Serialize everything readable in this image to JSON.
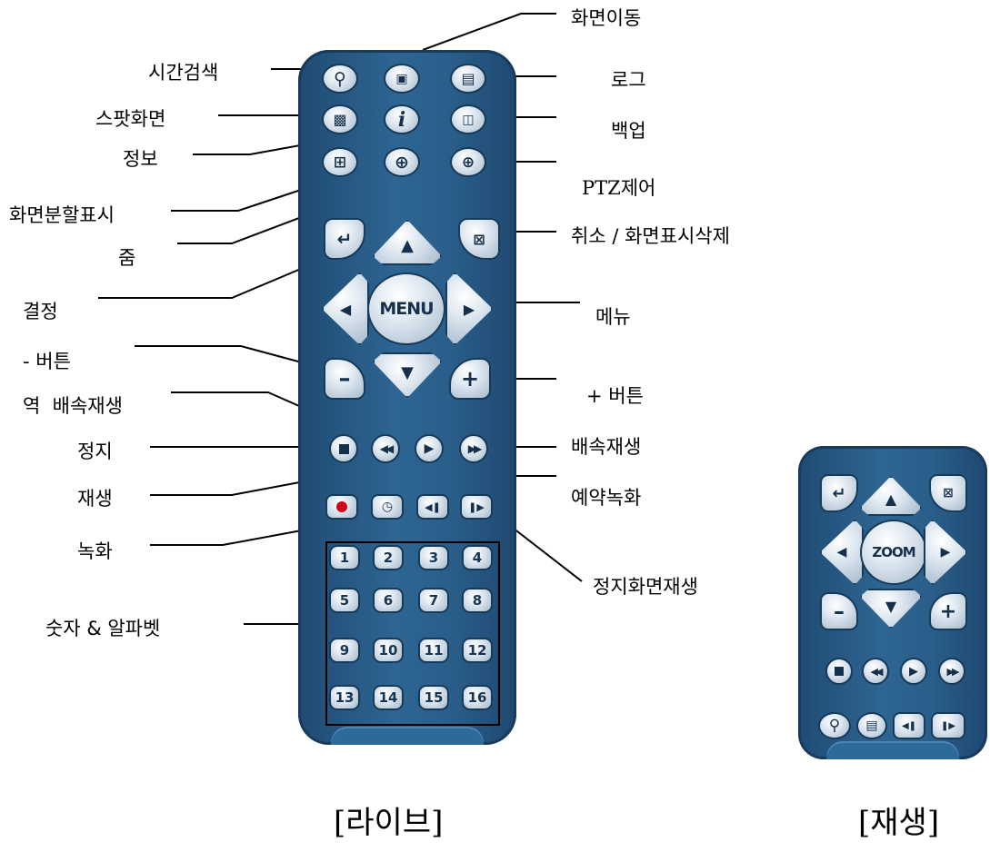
{
  "labels": {
    "time_search": "시간검색",
    "screen_move": "화면이동",
    "log": "로그",
    "spot_screen": "스팟화면",
    "backup": "백업",
    "info": "정보",
    "ptz_control": "PTZ제어",
    "screen_split": "화면분할표시",
    "zoom": "줌",
    "cancel_delete": "취소 / 화면표시삭제",
    "confirm": "결정",
    "menu": "메뉴",
    "minus_button": "- 버튼",
    "plus_button": "+ 버튼",
    "reverse_fast": "역  배속재생",
    "stop": "정지",
    "fast_play": "배속재생",
    "play": "재생",
    "reserve_record": "예약녹화",
    "record": "녹화",
    "still_play": "정지화면재생",
    "numbers_alpha": "숫자 & 알파벳"
  },
  "live_remote": {
    "menu_label": "MENU",
    "numbers": [
      "1",
      "2",
      "3",
      "4",
      "5",
      "6",
      "7",
      "8",
      "9",
      "10",
      "11",
      "12",
      "13",
      "14",
      "15",
      "16"
    ]
  },
  "play_remote": {
    "zoom_label": "ZOOM"
  },
  "captions": {
    "live": "[라이브]",
    "play": "[재생]"
  },
  "colors": {
    "remote_body": "#2e6592",
    "button_face": "#dfe8f1",
    "record": "#d0021b"
  }
}
